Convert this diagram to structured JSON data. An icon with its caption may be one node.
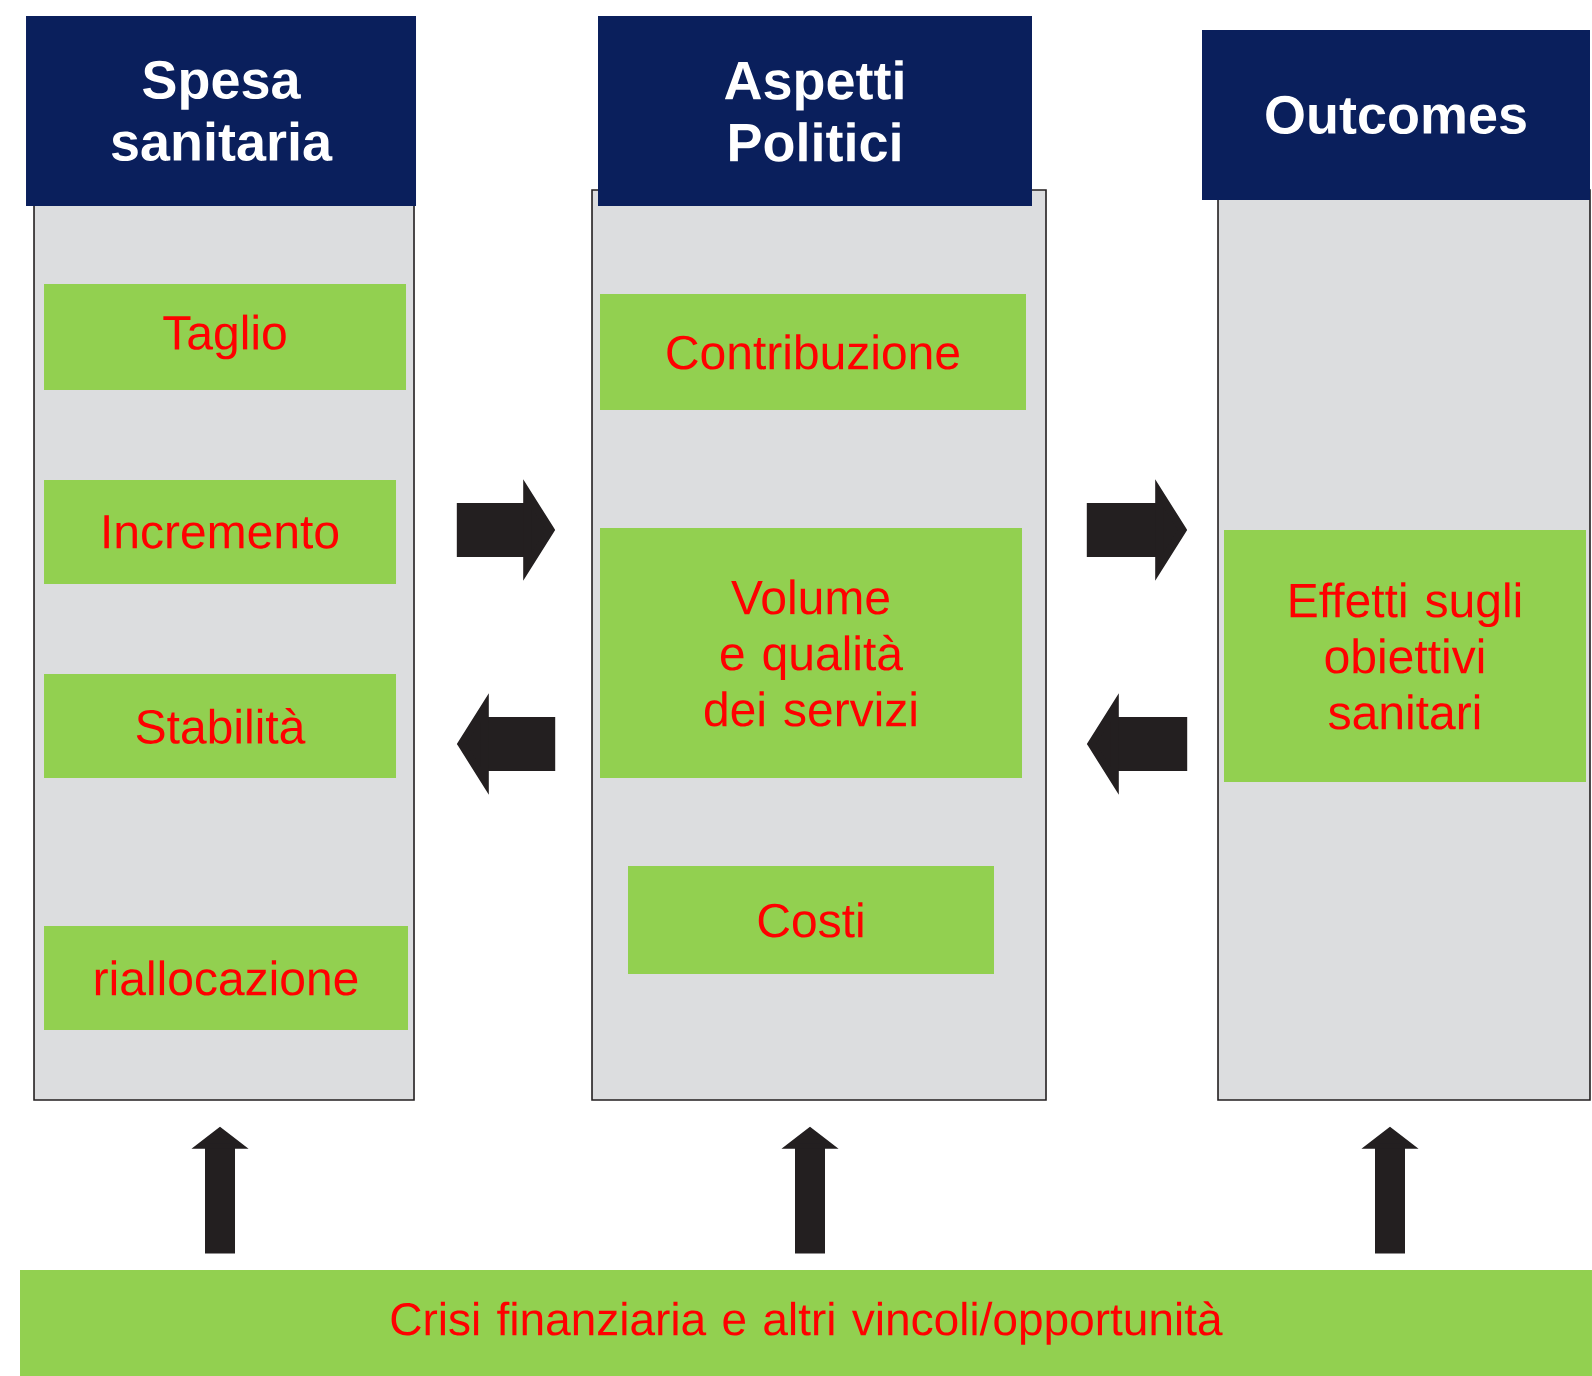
{
  "diagram": {
    "nodes": [
      {
        "text": [
          "Spesa sanitaria"
        ]
      },
      {
        "text": [
          "Taglio"
        ],
        "in": 0
      },
      {
        "text": [
          "Incremento"
        ],
        "in": 0
      },
      {
        "text": [
          "Stabilità"
        ],
        "in": 0
      },
      {
        "text": [
          "riallocazione"
        ],
        "in": 0
      },
      {
        "text": [
          "Aspetti Politici"
        ]
      },
      {
        "text": [
          "Contribuzione"
        ],
        "in": 5
      },
      {
        "text": [
          "Volume e qualità dei servizi"
        ],
        "in": 5
      },
      {
        "text": [
          "Costi"
        ],
        "in": 5
      },
      {
        "text": [
          "Outcomes"
        ]
      },
      {
        "text": [
          "Effetti sugli obiettivi sanitari"
        ],
        "in": 9
      },
      {
        "text": [
          "Crisi finanziaria e altri vincoli/opportunità"
        ]
      }
    ],
    "edges": [
      {
        "from": 0,
        "to": 5,
        "arrow": "to"
      },
      {
        "from": 5,
        "to": 0,
        "arrow": "to"
      },
      {
        "from": 5,
        "to": 9,
        "arrow": "to"
      },
      {
        "from": 9,
        "to": 5,
        "arrow": "to"
      },
      {
        "from": 11,
        "to": 0,
        "arrow": "to"
      },
      {
        "from": 11,
        "to": 5,
        "arrow": "to"
      },
      {
        "from": 11,
        "to": 9,
        "arrow": "to"
      }
    ]
  }
}
